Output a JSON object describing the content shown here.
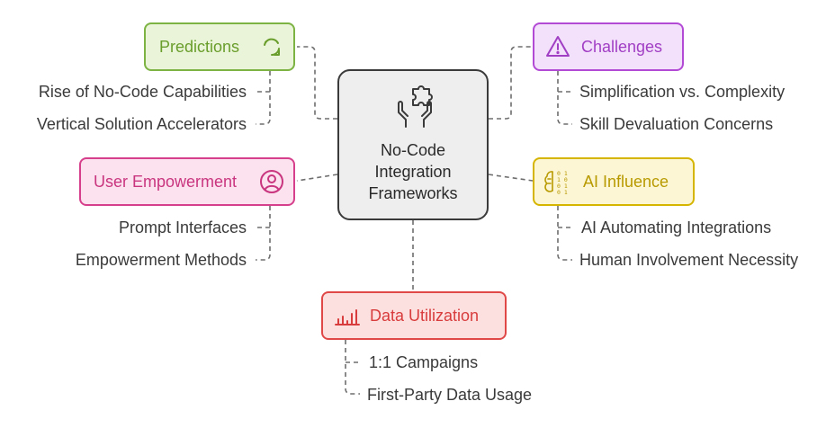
{
  "center": {
    "lines": [
      "No-Code",
      "Integration",
      "Frameworks"
    ]
  },
  "categories": {
    "predictions": {
      "label": "Predictions",
      "icon": "refresh-arrow-icon",
      "color": "#7cb342",
      "fill": "#eaf4d8",
      "items": [
        "Rise of No-Code Capabilities",
        "Vertical Solution Accelerators"
      ]
    },
    "challenges": {
      "label": "Challenges",
      "icon": "warning-triangle-icon",
      "color": "#b34ad6",
      "fill": "#f3e0fb",
      "items": [
        "Simplification vs. Complexity",
        "Skill Devaluation Concerns"
      ]
    },
    "user_empowerment": {
      "label": "User Empowerment",
      "icon": "user-circle-icon",
      "color": "#d63f8b",
      "fill": "#fbe2ee",
      "items": [
        "Prompt Interfaces",
        "Empowerment Methods"
      ]
    },
    "ai_influence": {
      "label": "AI Influence",
      "icon": "ai-brain-binary-icon",
      "color": "#c9a600",
      "fill": "#fcf6d4",
      "items": [
        "AI Automating Integrations",
        "Human Involvement Necessity"
      ]
    },
    "data_utilization": {
      "label": "Data Utilization",
      "icon": "bar-chart-icon",
      "color": "#e04848",
      "fill": "#fce0e0",
      "items": [
        "1:1 Campaigns",
        "First-Party Data Usage"
      ]
    }
  }
}
